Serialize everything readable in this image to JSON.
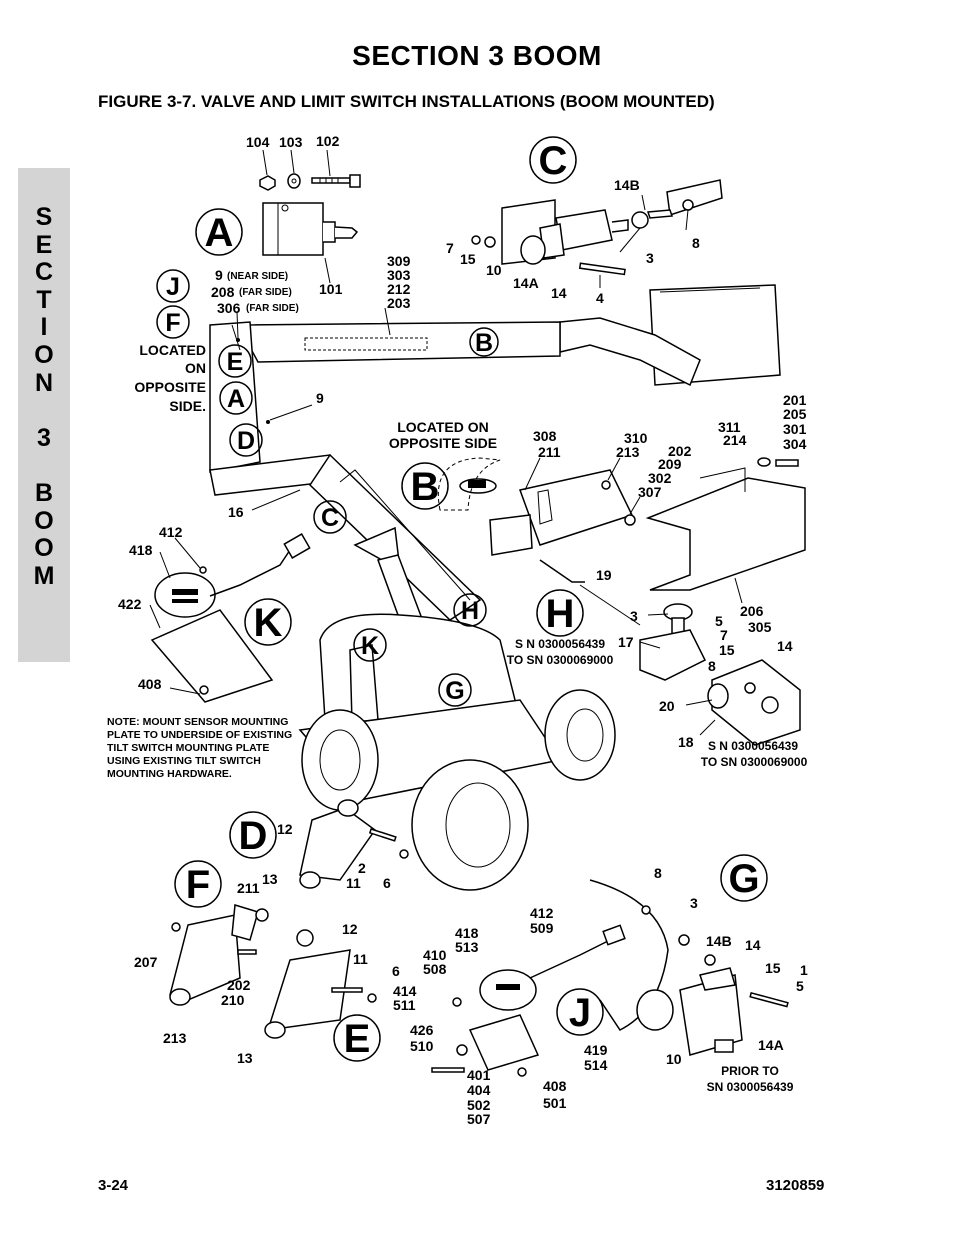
{
  "header": {
    "section_title": "SECTION 3   BOOM",
    "figure_title": "FIGURE 3-7.    VALVE AND LIMIT SWITCH INSTALLATIONS (BOOM MOUNTED)"
  },
  "side_tab": {
    "letters": [
      "S",
      "E",
      "C",
      "T",
      "I",
      "O",
      "N",
      "",
      "3",
      "",
      "B",
      "O",
      "O",
      "M"
    ]
  },
  "footer": {
    "page_number": "3-24",
    "doc_number": "3120859"
  },
  "callouts": {
    "A": "A",
    "B": "B",
    "C": "C",
    "D": "D",
    "E": "E",
    "F": "F",
    "G": "G",
    "H": "H",
    "J": "J",
    "K": "K"
  },
  "labels": {
    "p104": "104",
    "p103": "103",
    "p102": "102",
    "p101": "101",
    "p14B": "14B",
    "p8": "8",
    "p7": "7",
    "p15": "15",
    "p10": "10",
    "p3": "3",
    "p14A": "14A",
    "p14": "14",
    "p4": "4",
    "p9_near": "9",
    "near_side": "(NEAR SIDE)",
    "p208": "208",
    "far_side_1": "(FAR SIDE)",
    "p306": "306",
    "far_side_2": "(FAR SIDE)",
    "stack_309": [
      "309",
      "303",
      "212",
      "203"
    ],
    "located_opposite": [
      "LOCATED",
      "ON",
      "OPPOSITE",
      "SIDE."
    ],
    "p9b": "9",
    "stack_201": [
      "201",
      "205",
      "301",
      "304"
    ],
    "stack_311": [
      "311",
      "214"
    ],
    "located_on_opposite_side": [
      "LOCATED ON",
      "OPPOSITE SIDE"
    ],
    "stack_308": [
      "308",
      "211"
    ],
    "stack_310": [
      "310",
      "213"
    ],
    "stack_202": [
      "202",
      "209",
      "302",
      "307"
    ],
    "p16": "16",
    "p412": "412",
    "p418": "418",
    "p422": "422",
    "p408": "408",
    "p19": "19",
    "sn_range_1": [
      "S N 0300056439",
      "TO SN 0300069000"
    ],
    "p3_h": "3",
    "p17": "17",
    "stack_206": [
      "206",
      "305"
    ],
    "stack_5": [
      "5",
      "7",
      "15"
    ],
    "p14_h": "14",
    "p8_h": "8",
    "p20": "20",
    "p18": "18",
    "sn_range_2": [
      "S N 0300056439",
      "TO SN 0300069000"
    ],
    "note": [
      "NOTE: MOUNT SENSOR MOUNTING",
      "PLATE TO UNDERSIDE OF EXISTING",
      "TILT SWITCH MOUNTING PLATE",
      "USING EXISTING TILT SWITCH",
      "MOUNTING HARDWARE."
    ],
    "d12": "12",
    "d13": "13",
    "d2": "2",
    "d11": "11",
    "d6": "6",
    "f211": "211",
    "f207": "207",
    "f202": "202",
    "f210": "210",
    "f213": "213",
    "e12": "12",
    "e11": "11",
    "e6": "6",
    "e13": "13",
    "stack_412j": [
      "412",
      "509"
    ],
    "stack_418j": [
      "418",
      "513"
    ],
    "stack_410": [
      "410",
      "508"
    ],
    "stack_414": [
      "414",
      "511"
    ],
    "stack_426": [
      "426",
      "510"
    ],
    "stack_401": [
      "401",
      "404",
      "502",
      "507"
    ],
    "stack_408j": [
      "408",
      "501"
    ],
    "stack_419": [
      "419",
      "514"
    ],
    "g8": "8",
    "g3": "3",
    "g14B": "14B",
    "g14": "14",
    "g15": "15",
    "stack_g1": [
      "1",
      "5"
    ],
    "g10": "10",
    "g14A": "14A",
    "prior_to": [
      "PRIOR TO",
      "SN 0300056439"
    ]
  }
}
